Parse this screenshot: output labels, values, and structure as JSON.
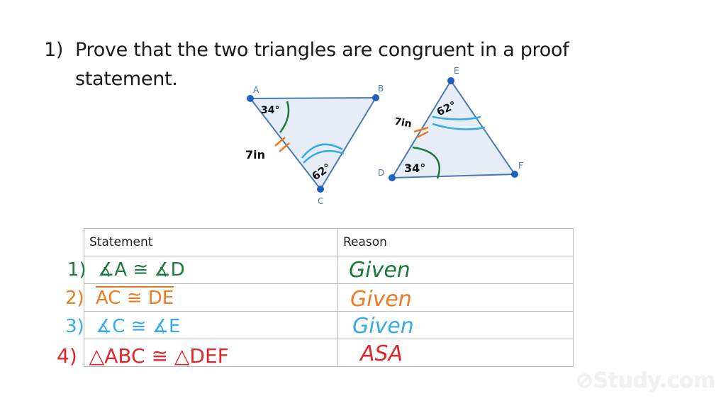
{
  "question": {
    "number": "1)",
    "text": "Prove that the two triangles are congruent in a proof statement."
  },
  "figure": {
    "triangle_abc": {
      "vertices": {
        "A": "A",
        "B": "B",
        "C": "C"
      },
      "angle_A": "34°",
      "angle_C": "62°",
      "side_AC": "7in"
    },
    "triangle_def": {
      "vertices": {
        "D": "D",
        "E": "E",
        "F": "F"
      },
      "angle_D": "34°",
      "angle_E": "62°",
      "side_DE": "7in"
    }
  },
  "proof_table": {
    "headers": {
      "statement": "Statement",
      "reason": "Reason"
    },
    "rows": [
      {
        "number": "1)",
        "statement": "∡A ≅ ∡D",
        "reason": "Given",
        "color": "#1a7a3c"
      },
      {
        "number": "2)",
        "statement": "AC ≅ DE",
        "reason": "Given",
        "color": "#f07a23"
      },
      {
        "number": "3)",
        "statement": "∡C ≅ ∡E",
        "reason": "Given",
        "color": "#36a9e6"
      },
      {
        "number": "4)",
        "statement": "△ABC ≅ △DEF",
        "reason": "ASA",
        "color": "#e0262b"
      }
    ]
  },
  "colors": {
    "triangle_stroke": "#4a7ab5",
    "triangle_fill": "#e6edf6",
    "vertex_dot": "#1f5fbf",
    "label": "#4a78b5",
    "angle_34_mark": "#1a7a3c",
    "side_mark": "#f07a23",
    "angle_62_mark": "#36a9e6"
  },
  "watermark": "Study.com"
}
